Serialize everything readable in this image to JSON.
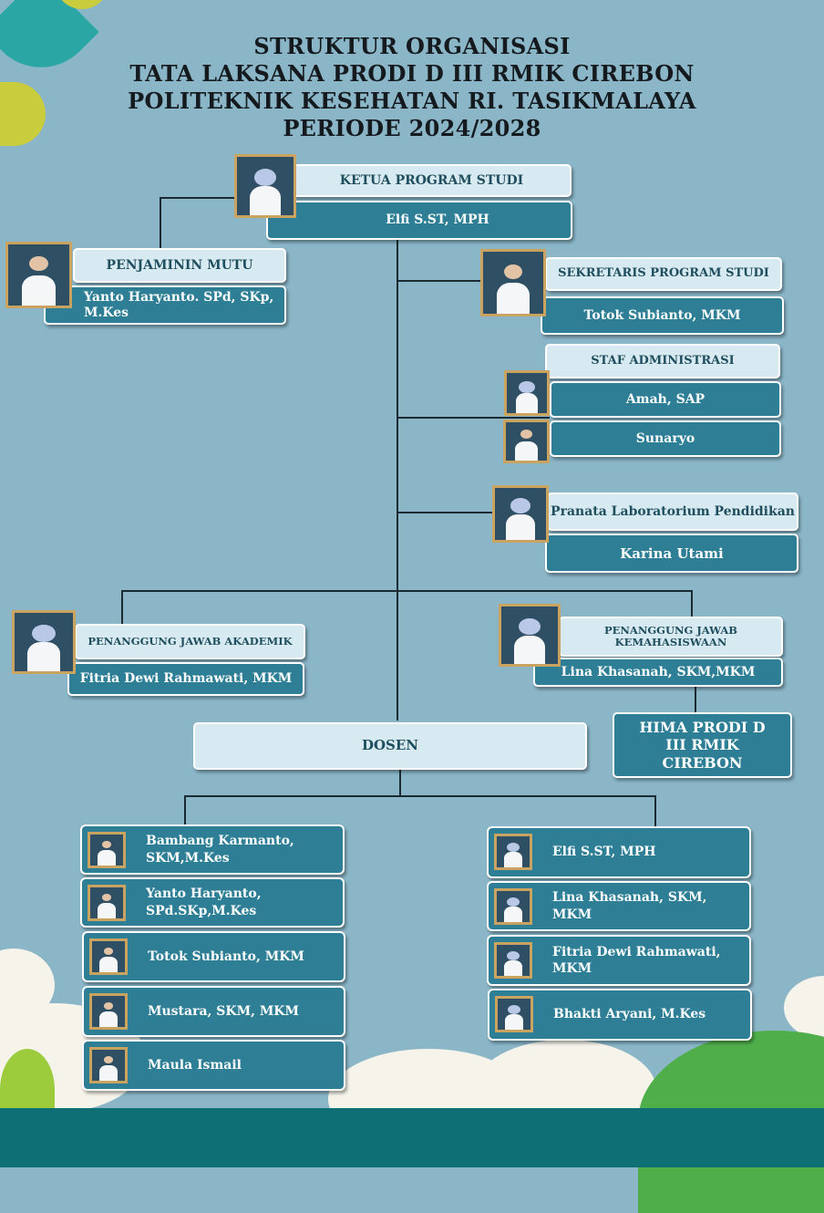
{
  "title": [
    "STRUKTUR ORGANISASI",
    "TATA LAKSANA PRODI D III RMIK CIREBON",
    "POLITEKNIK KESEHATAN RI. TASIKMALAYA",
    "PERIODE 2024/2028"
  ],
  "ketua": {
    "role": "KETUA PROGRAM STUDI",
    "name": "Elfi S.ST, MPH"
  },
  "penjamin": {
    "role": "PENJAMININ MUTU",
    "name": "Yanto Haryanto. SPd, SKp, M.Kes"
  },
  "sekretaris": {
    "role": "SEKRETARIS PROGRAM STUDI",
    "name": "Totok Subianto, MKM"
  },
  "staf": {
    "role": "STAF ADMINISTRASI",
    "names": [
      "Amah, SAP",
      "Sunaryo"
    ]
  },
  "pranata": {
    "role": "Pranata Laboratorium Pendidikan",
    "name": "Karina Utami"
  },
  "akademik": {
    "role": "PENANGGUNG JAWAB AKADEMIK",
    "name": "Fitria Dewi Rahmawati, MKM"
  },
  "kemahasiswaan": {
    "role": "PENANGGUNG JAWAB KEMAHASISWAAN",
    "name": "Lina Khasanah, SKM,MKM"
  },
  "hima": "HIMA PRODI D III RMIK CIREBON",
  "dosen": {
    "label": "DOSEN",
    "left": [
      "Bambang Karmanto, SKM,M.Kes",
      "Yanto Haryanto, SPd.SKp,M.Kes",
      "Totok Subianto, MKM",
      "Mustara, SKM, MKM",
      "Maula Ismail"
    ],
    "right": [
      "Elfi S.ST, MPH",
      "Lina Khasanah, SKM, MKM",
      "Fitria Dewi Rahmawati, MKM",
      "Bhakti Aryani, M.Kes"
    ]
  },
  "colors": {
    "background": "#8ab6c8",
    "box_dark": "#2e7f96",
    "box_light": "#d8eaf1",
    "footer": "#0e6f74"
  }
}
